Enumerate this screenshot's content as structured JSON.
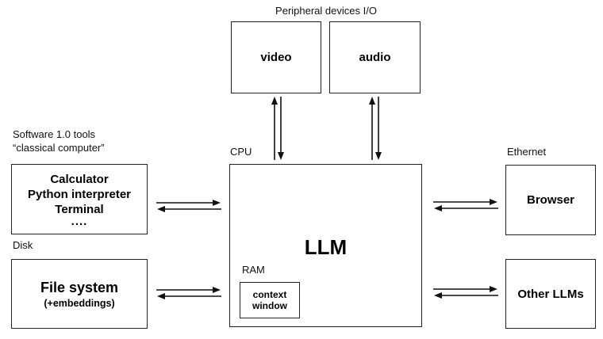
{
  "peripherals": {
    "label": "Peripheral devices I/O",
    "video_label": "video",
    "audio_label": "audio"
  },
  "software_tools": {
    "label_line1": "Software 1.0 tools",
    "label_line2": "“classical computer”",
    "items": [
      "Calculator",
      "Python interpreter",
      "Terminal",
      "...."
    ]
  },
  "disk": {
    "label": "Disk",
    "box_title": "File system",
    "box_subtitle": "(+embeddings)"
  },
  "cpu": {
    "label": "CPU",
    "box_title": "LLM",
    "ram_label": "RAM",
    "context_window_line1": "context",
    "context_window_line2": "window"
  },
  "ethernet": {
    "label": "Ethernet",
    "browser_label": "Browser",
    "other_llms_label": "Other LLMs"
  },
  "colors": {
    "background": "#ffffff",
    "border": "#222222",
    "text": "#111111"
  }
}
